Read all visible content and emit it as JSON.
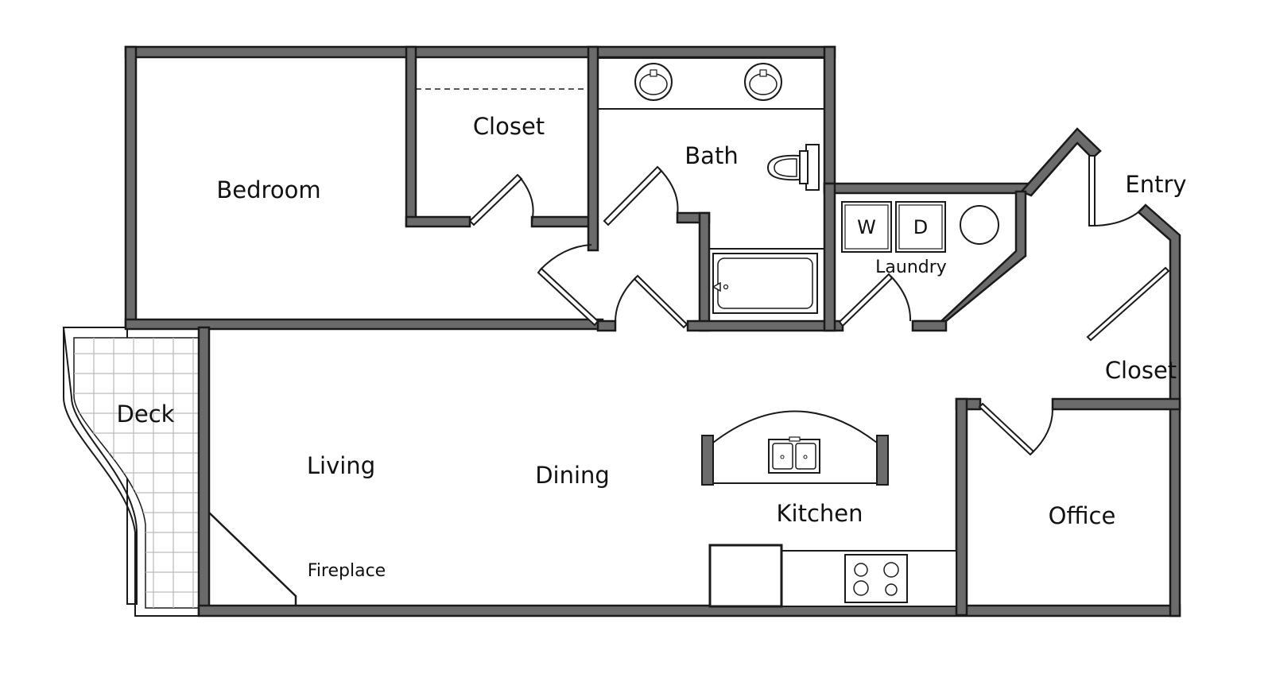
{
  "rooms": {
    "bedroom": "Bedroom",
    "closet_top": "Closet",
    "bath": "Bath",
    "laundry": "Laundry",
    "entry": "Entry",
    "closet_right": "Closet",
    "deck": "Deck",
    "living": "Living",
    "dining": "Dining",
    "kitchen": "Kitchen",
    "office": "Office",
    "fireplace": "Fireplace"
  },
  "appliances": {
    "washer": "W",
    "dryer": "D"
  },
  "colors": {
    "wall_fill": "#6b6b6b",
    "line": "#1a1a1a",
    "deck_grid": "#bcbcbc",
    "background": "#ffffff"
  }
}
